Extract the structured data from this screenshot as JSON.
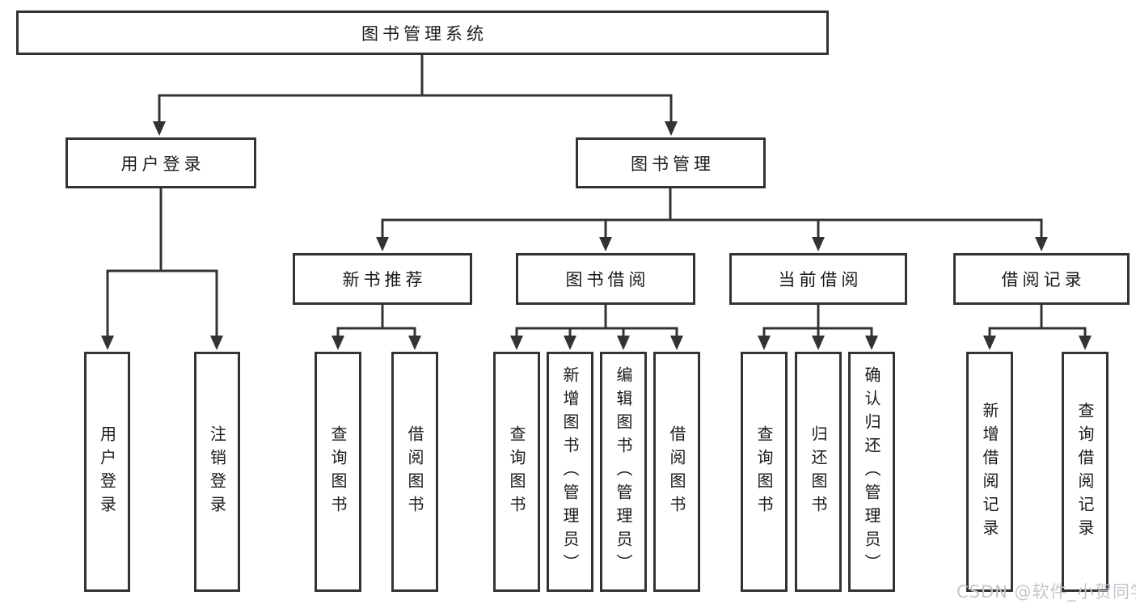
{
  "diagram": {
    "root": {
      "label": "图书管理系统"
    },
    "level2": [
      {
        "id": "user-login",
        "label": "用户登录"
      },
      {
        "id": "book-management",
        "label": "图书管理"
      }
    ],
    "level3": [
      {
        "id": "new-book-recommend",
        "label": "新书推荐",
        "parent": "图书管理"
      },
      {
        "id": "book-borrowing",
        "label": "图书借阅",
        "parent": "图书管理"
      },
      {
        "id": "current-borrowing",
        "label": "当前借阅",
        "parent": "图书管理"
      },
      {
        "id": "borrowing-records",
        "label": "借阅记录",
        "parent": "图书管理"
      }
    ],
    "leaves": [
      {
        "label": "用户登录",
        "parent": "用户登录"
      },
      {
        "label": "注销登录",
        "parent": "用户登录"
      },
      {
        "label": "查询图书",
        "parent": "新书推荐"
      },
      {
        "label": "借阅图书",
        "parent": "新书推荐"
      },
      {
        "label": "查询图书",
        "parent": "图书借阅"
      },
      {
        "label": "新增图书（管理员）",
        "parent": "图书借阅"
      },
      {
        "label": "编辑图书（管理员）",
        "parent": "图书借阅"
      },
      {
        "label": "借阅图书",
        "parent": "图书借阅"
      },
      {
        "label": "查询图书",
        "parent": "当前借阅"
      },
      {
        "label": "归还图书",
        "parent": "当前借阅"
      },
      {
        "label": "确认归还（管理员）",
        "parent": "当前借阅"
      },
      {
        "label": "新增借阅记录",
        "parent": "借阅记录"
      },
      {
        "label": "查询借阅记录",
        "parent": "借阅记录"
      }
    ],
    "watermark": "CSDN @软件_小贺同学",
    "colors": {
      "line": "#333333",
      "border": "#333333",
      "text": "#1a1a1a",
      "watermark": "#c3c7cc",
      "background": "#ffffff"
    }
  }
}
